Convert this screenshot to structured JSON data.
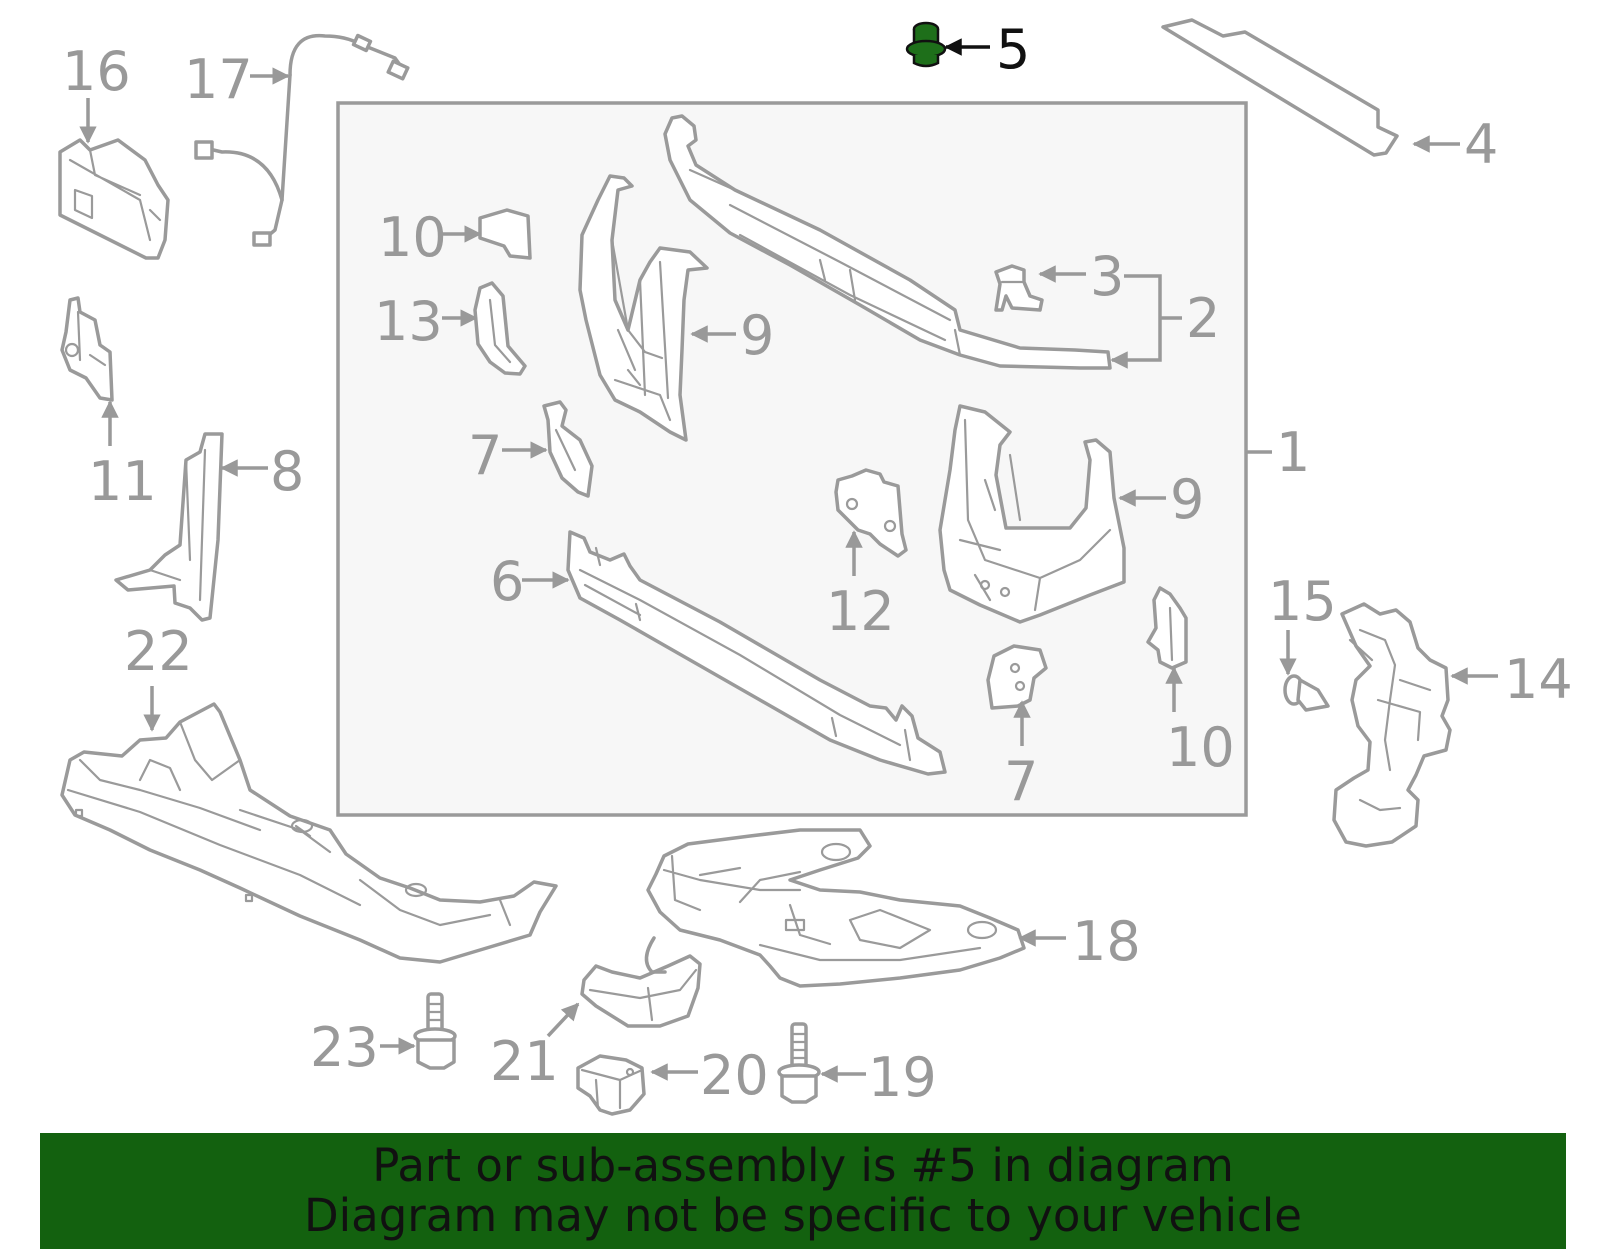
{
  "colors": {
    "highlight_part": "#1e6f1a",
    "footer_background": "#13610f",
    "line": "#9a9a9a",
    "label": "#999999",
    "highlight_label": "#111111",
    "assembly_box_fill": "#f7f7f7"
  },
  "callouts": {
    "c1": "1",
    "c2": "2",
    "c3": "3",
    "c4": "4",
    "c5": "5",
    "c6": "6",
    "c7a": "7",
    "c7b": "7",
    "c8": "8",
    "c9a": "9",
    "c9b": "9",
    "c10a": "10",
    "c10b": "10",
    "c11": "11",
    "c12": "12",
    "c13": "13",
    "c14": "14",
    "c15": "15",
    "c16": "16",
    "c17": "17",
    "c18": "18",
    "c19": "19",
    "c20": "20",
    "c21": "21",
    "c22": "22",
    "c23": "23"
  },
  "footer": {
    "line1": "Part or sub-assembly is #5 in diagram",
    "line2": "Diagram may not be specific to your vehicle"
  }
}
